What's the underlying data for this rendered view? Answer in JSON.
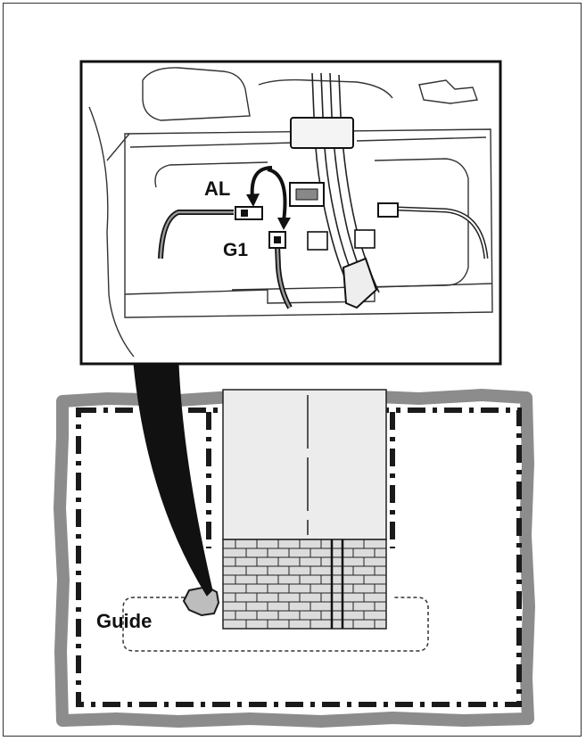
{
  "labels": {
    "al": "AL",
    "g1": "G1",
    "guide": "Guide"
  },
  "colors": {
    "line": "#1a1a1a",
    "border_gray": "#8c8c8c",
    "panel_fill": "#ececec",
    "grid_fill": "#dcdcdc"
  }
}
